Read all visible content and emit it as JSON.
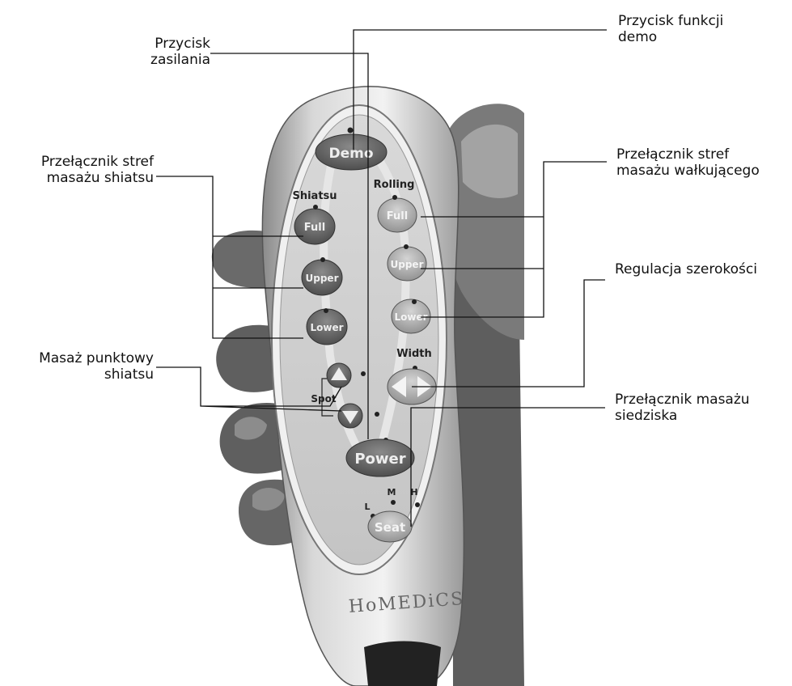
{
  "callouts": {
    "power": [
      "Przycisk",
      "zasilania"
    ],
    "demo": [
      "Przycisk funkcji",
      "demo"
    ],
    "shiatsu_zones": [
      "Przełącznik stref",
      "masażu shiatsu"
    ],
    "rolling_zones": [
      "Przełącznik stref",
      "masażu wałkującego"
    ],
    "width_adjust": [
      "Regulacja szerokości"
    ],
    "spot_shiatsu": [
      "Masaż punktowy",
      "shiatsu"
    ],
    "seat": [
      "Przełącznik masażu",
      "siedziska"
    ]
  },
  "remote": {
    "demo": "Demo",
    "shiatsu_heading": "Shiatsu",
    "rolling_heading": "Rolling",
    "shiatsu_full": "Full",
    "shiatsu_upper": "Upper",
    "shiatsu_lower": "Lower",
    "rolling_full": "Full",
    "rolling_upper": "Upper",
    "rolling_lower": "Lower",
    "width_heading": "Width",
    "spot": "Spot",
    "power": "Power",
    "seat": "Seat",
    "seat_l": "L",
    "seat_m": "M",
    "seat_h": "H",
    "brand": "HoMEDiCS"
  }
}
